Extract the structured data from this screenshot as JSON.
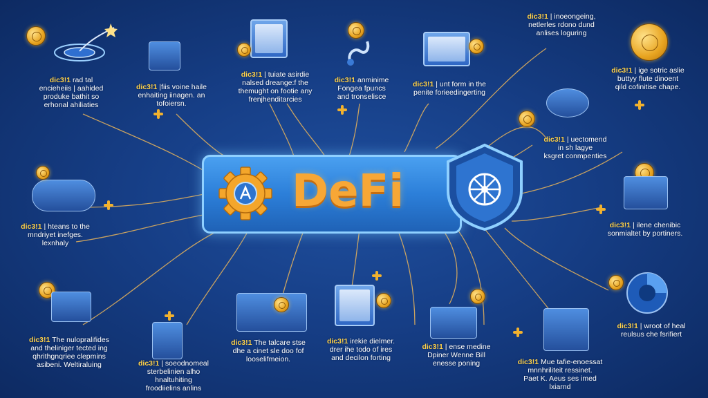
{
  "center": {
    "title": "DeFi"
  },
  "items": [
    {
      "tag": "dic3!1",
      "line1": "rad tal",
      "line2": "encieheiis | aahided",
      "line3": "produke bathit so",
      "line4": "erhonal ahiliaties"
    },
    {
      "tag": "dic3!1",
      "line1": "|fiis voine haile",
      "line2": "enhaiting iinagen. an",
      "line3": "tofoiersn."
    },
    {
      "tag": "dic3!1",
      "line1": "| tuiate asirdie",
      "line2": "nalsed dreange:f the",
      "line3": "themught on footie any",
      "line4": "frenjhenditarcies"
    },
    {
      "tag": "dic3!1",
      "line1": "anminime",
      "line2": "Fongea fpuncs",
      "line3": "and tronselisce"
    },
    {
      "tag": "dic3!1",
      "line1": "| unt form in the",
      "line2": "penite forieedingerting"
    },
    {
      "tag": "dic3!1",
      "line1": "| inoeongeing,",
      "line2": "netlerles rdono dund",
      "line3": "anlises loguring"
    },
    {
      "tag": "dic3!1",
      "line1": "| ige sotric aslie",
      "line2": "buttyy flute dinoent",
      "line3": "qild cofinitise chape."
    },
    {
      "tag": "dic3!1",
      "line1": "| uectomend",
      "line2": "in sh lagye",
      "line3": "ksgret conmpenties"
    },
    {
      "tag": "dic3!1",
      "line1": "| hteans to the",
      "line2": "mndriyet inefges.",
      "line3": "lexnhaly"
    },
    {
      "tag": "dic3!1",
      "line1": "| ilene chenibic",
      "line2": "sonmialtet by portiners."
    },
    {
      "tag": "dic3!1",
      "line1": "The nulopralifides",
      "line2": "and theliniger tected ing",
      "line3": "qhrithgnqriee clepmins",
      "line4": "asibeni. Weltiraluing"
    },
    {
      "tag": "dic3!1",
      "line1": "| soeodnomeal",
      "line2": "sterbelinien alho",
      "line3": "hnaltuhiting",
      "line4": "froodiielins anlins"
    },
    {
      "tag": "dic3!1",
      "line1": "The talcare stse",
      "line2": "dhe a cinet sle doo fof",
      "line3": "looselifmeion."
    },
    {
      "tag": "dic3!1",
      "line1": "irekie dielmer.",
      "line2": "drer ihe todo of ires",
      "line3": "and decilon forting"
    },
    {
      "tag": "dic3!1",
      "line1": "| ense medine",
      "line2": "Dpiner Wenne Bill",
      "line3": "enesse poning"
    },
    {
      "tag": "dic3!1",
      "line1": "Mue tafie-enoessat",
      "line2": "mnnhriliteit ressinet.",
      "line3": "Paet K. Aeus ses imed",
      "line4": "lxiarnd"
    },
    {
      "tag": "dic3!1",
      "line1": "| wroot of heal",
      "line2": "reulsus che fsrifiert"
    }
  ],
  "colors": {
    "background": "#163e86",
    "banner": "#2c7fd9",
    "title": "#f7a736",
    "line": "#e9b45a"
  }
}
